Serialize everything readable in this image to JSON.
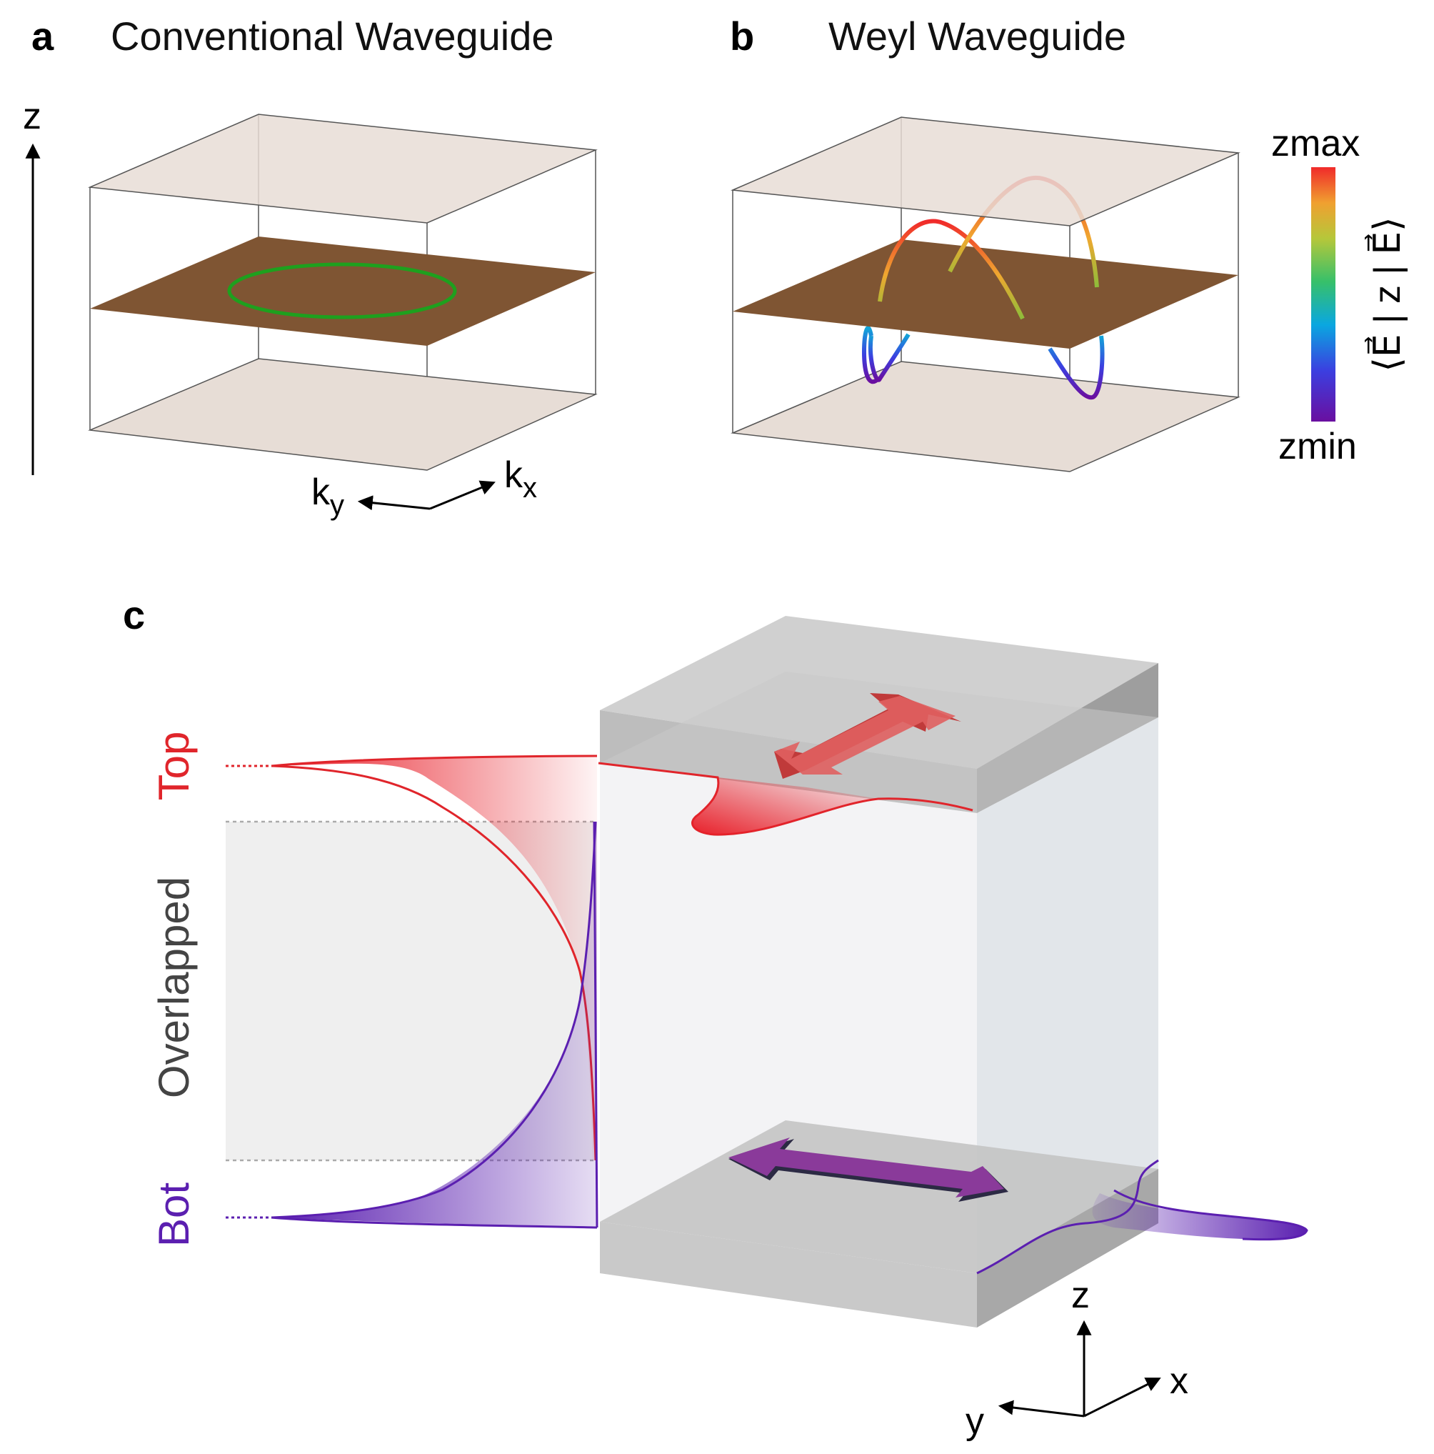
{
  "panel_a": {
    "letter": "a",
    "title": "Conventional Waveguide",
    "axis_z": "z",
    "axis_kx": "k",
    "axis_kx_sub": "x",
    "axis_ky": "k",
    "axis_ky_sub": "y"
  },
  "panel_b": {
    "letter": "b",
    "title": "Weyl Waveguide",
    "colorbar": {
      "max_label": "zmax",
      "min_label": "zmin",
      "quantity_label": "⟨E⃗ | z | E⃗⟩"
    }
  },
  "panel_c": {
    "letter": "c",
    "labels": {
      "top": "Top",
      "overlapped": "Overlapped",
      "bot": "Bot"
    },
    "axes": {
      "z": "z",
      "x": "x",
      "y": "y"
    }
  },
  "colors": {
    "slab_brown": "#7f5533",
    "cladding_tint": "#e7ddd6",
    "ring_green": "#1ea01e",
    "top_red": "#e0252b",
    "bot_purple": "#5b1fb0",
    "overlap_gray": "#efefef",
    "block_gray": "#bfbfbf"
  }
}
